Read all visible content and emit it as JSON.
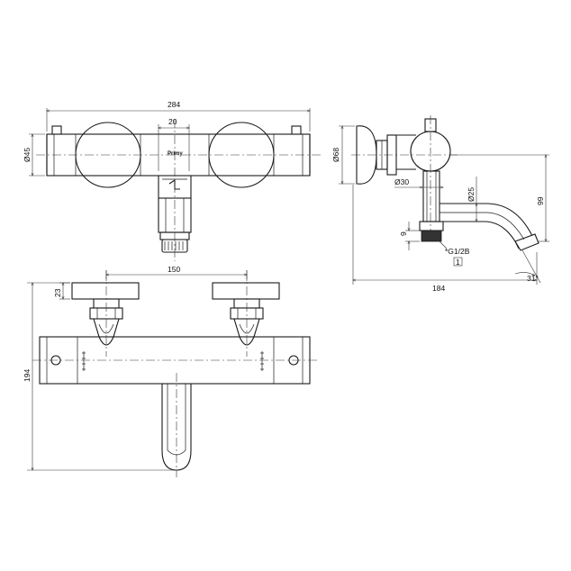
{
  "brand": "Primy",
  "dimensions": {
    "top_width": "284",
    "top_spacing": "20",
    "top_height": "Ø45",
    "side_diameter": "Ø68",
    "side_diameter_30": "Ø30",
    "side_diameter_25": "Ø25",
    "side_height_99": "99",
    "side_thread_9": "9",
    "side_thread": "*G1/2B",
    "side_note_box": "1",
    "side_length": "184",
    "side_angle": "31°",
    "front_spacing": "150",
    "front_offset": "23",
    "front_height": "194"
  }
}
